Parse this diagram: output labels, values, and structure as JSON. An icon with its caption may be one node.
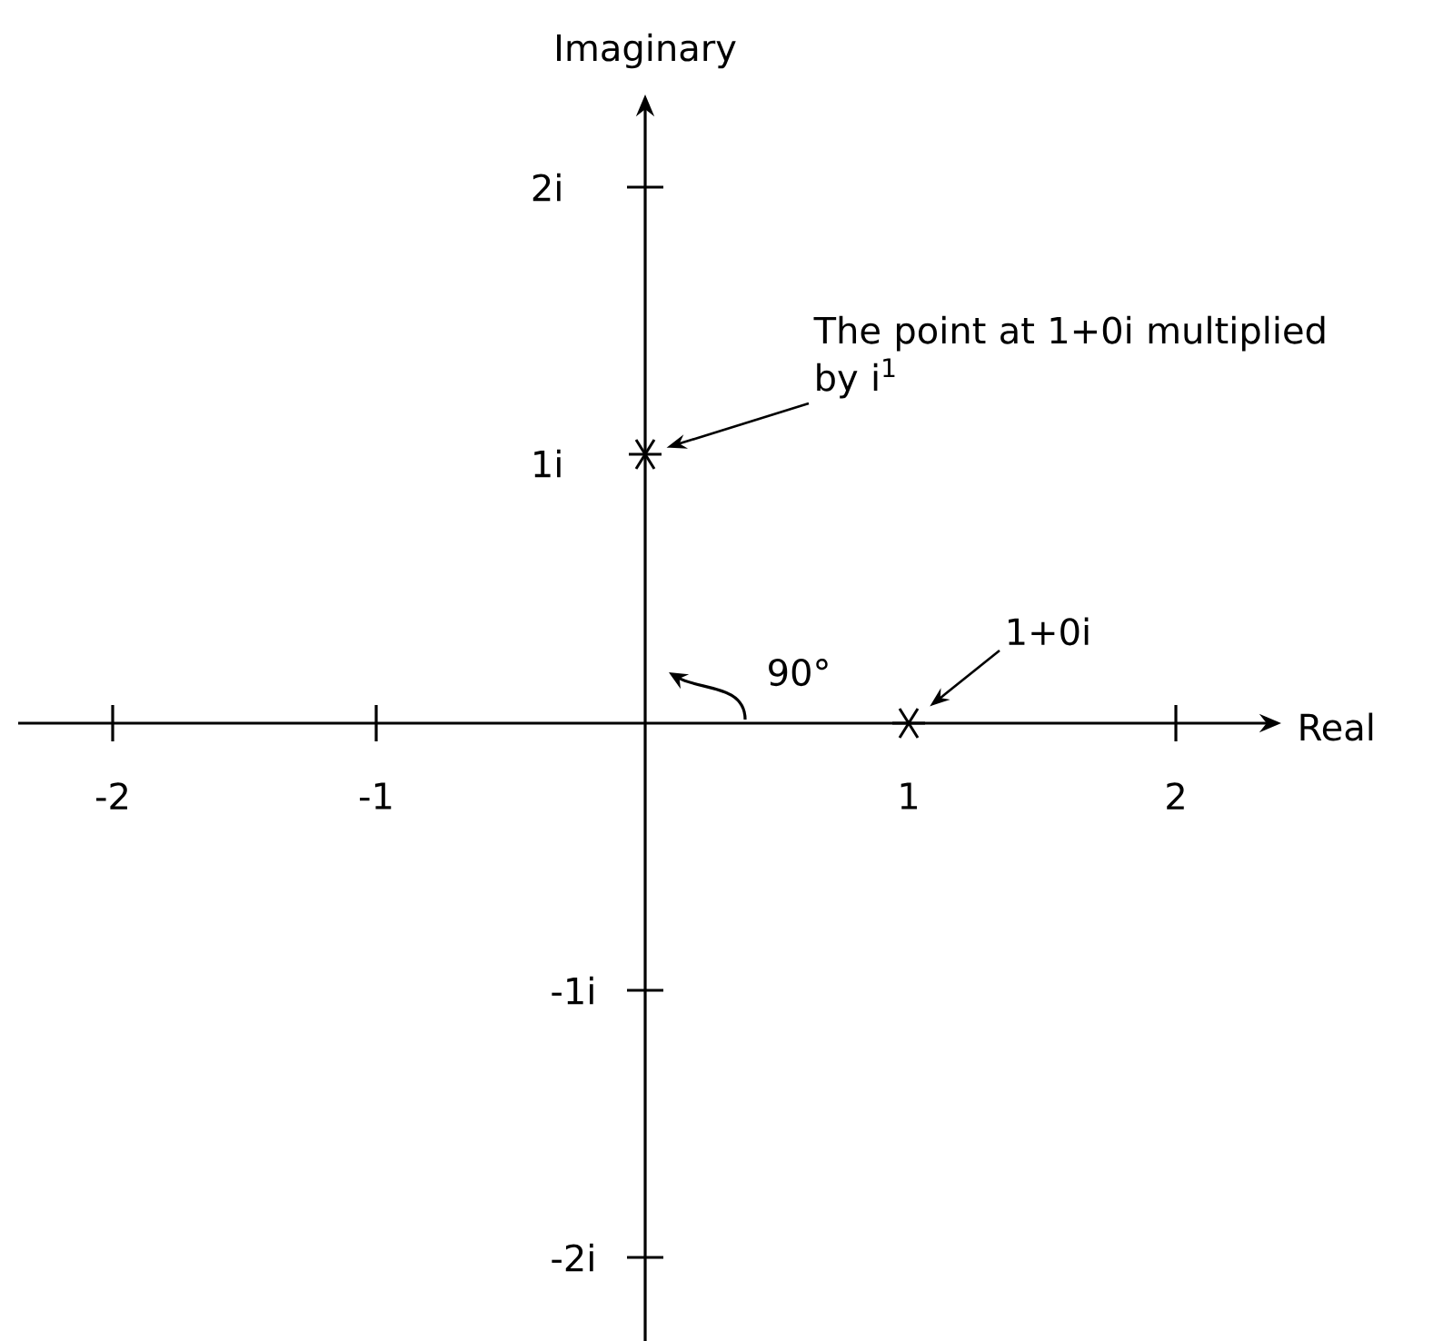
{
  "diagram": {
    "nodes": [
      {
        "text": [
          "The point at 1+0i multiplied by i$^{1}$"
        ]
      },
      {
        "text": [],
        "shape": "star"
      },
      {
        "text": [
          "1+0i"
        ]
      },
      {
        "text": [],
        "shape": "star"
      }
    ],
    "edges": [
      {
        "from": 0,
        "to": 1,
        "arrow": "to"
      },
      {
        "from": 2,
        "to": 3,
        "arrow": "to"
      }
    ],
    "labels": [
      "Imaginary",
      "2i",
      "1i",
      "90°",
      "Real",
      "-2",
      "-1",
      "1",
      "2",
      "-1i",
      "-2i"
    ]
  }
}
